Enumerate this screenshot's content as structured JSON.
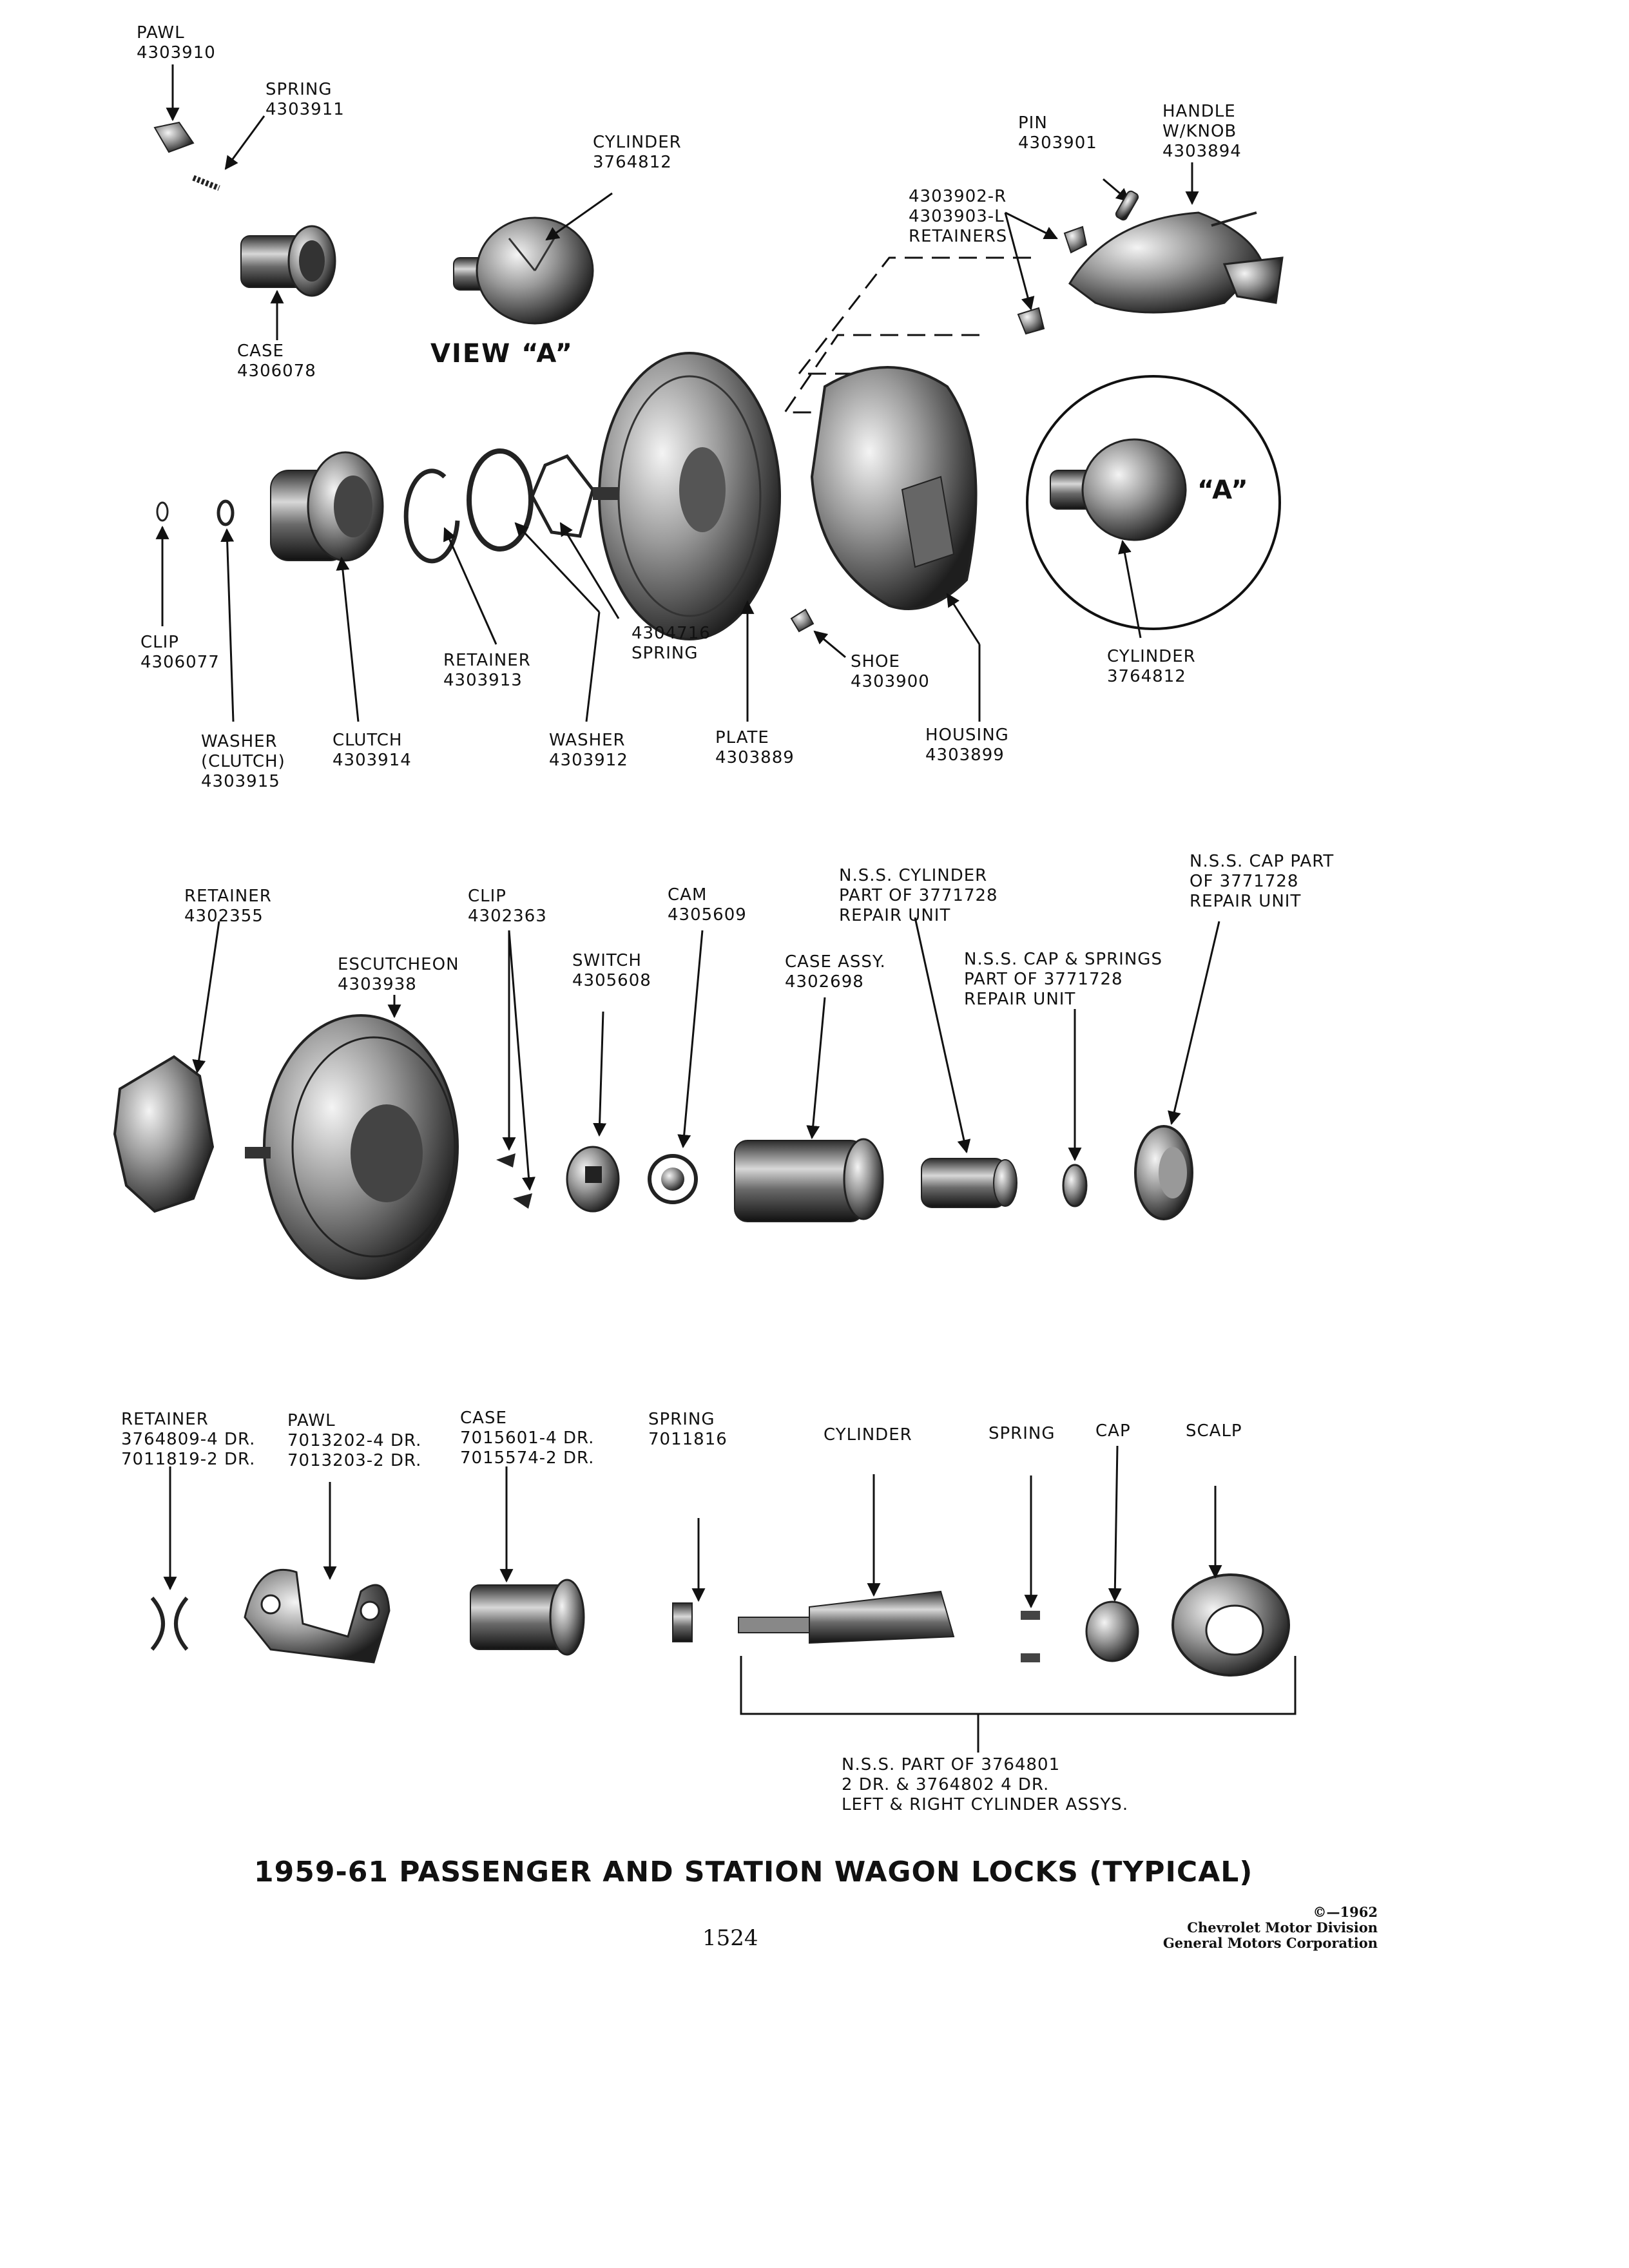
{
  "labels": {
    "pawl_top": {
      "name": "PAWL",
      "number": "4303910"
    },
    "spring_top": {
      "name": "SPRING",
      "number": "4303911"
    },
    "cylinder_view": {
      "name": "CYLINDER",
      "number": "3764812"
    },
    "case_top": {
      "name": "CASE",
      "number": "4306078"
    },
    "view_a": "VIEW  “A”",
    "pin": {
      "name": "PIN",
      "number": "4303901"
    },
    "handle": {
      "line1": "HANDLE",
      "line2": "W/KNOB",
      "number": "4303894"
    },
    "retainers": {
      "line1": "4303902-R",
      "line2": "4303903-L",
      "line3": "RETAINERS"
    },
    "circle_a": "“A”",
    "clip_mid": {
      "name": "CLIP",
      "number": "4306077"
    },
    "washer_clutch": {
      "line1": "WASHER",
      "line2": "(CLUTCH)",
      "number": "4303915"
    },
    "clutch": {
      "name": "CLUTCH",
      "number": "4303914"
    },
    "retainer_mid": {
      "name": "RETAINER",
      "number": "4303913"
    },
    "washer_mid": {
      "name": "WASHER",
      "number": "4303912"
    },
    "spring_mid": {
      "number": "4304716",
      "name": "SPRING"
    },
    "plate": {
      "name": "PLATE",
      "number": "4303889"
    },
    "shoe": {
      "name": "SHOE",
      "number": "4303900"
    },
    "housing": {
      "name": "HOUSING",
      "number": "4303899"
    },
    "cylinder_circle": {
      "name": "CYLINDER",
      "number": "3764812"
    },
    "retainer_lower": {
      "name": "RETAINER",
      "number": "4302355"
    },
    "escutcheon": {
      "name": "ESCUTCHEON",
      "number": "4303938"
    },
    "clip_lower": {
      "name": "CLIP",
      "number": "4302363"
    },
    "switch": {
      "name": "SWITCH",
      "number": "4305608"
    },
    "cam": {
      "name": "CAM",
      "number": "4305609"
    },
    "case_assy": {
      "name": "CASE ASSY.",
      "number": "4302698"
    },
    "nss_cylinder": {
      "line1": "N.S.S. CYLINDER",
      "line2": "PART OF 3771728",
      "line3": "REPAIR UNIT"
    },
    "nss_cap_springs": {
      "line1": "N.S.S. CAP & SPRINGS",
      "line2": "PART OF 3771728",
      "line3": "REPAIR UNIT"
    },
    "nss_cap_part": {
      "line1": "N.S.S. CAP PART",
      "line2": "OF 3771728",
      "line3": "REPAIR UNIT"
    },
    "retainer_bottom": {
      "name": "RETAINER",
      "line2": "3764809-4 DR.",
      "line3": "7011819-2 DR."
    },
    "pawl_bottom": {
      "name": "PAWL",
      "line2": "7013202-4 DR.",
      "line3": "7013203-2 DR."
    },
    "case_bottom": {
      "name": "CASE",
      "line2": "7015601-4 DR.",
      "line3": "7015574-2 DR."
    },
    "spring_bottom": {
      "name": "SPRING",
      "number": "7011816"
    },
    "cylinder_bottom": "CYLINDER",
    "spring_bottom2": "SPRING",
    "cap_bottom": "CAP",
    "scalp_bottom": "SCALP",
    "nss_part_bottom": {
      "line1": "N.S.S. PART OF  3764801",
      "line2": "2 DR.  &  3764802 4 DR.",
      "line3": "LEFT & RIGHT CYLINDER ASSYS."
    }
  },
  "title": "1959-61 PASSENGER AND STATION WAGON LOCKS (TYPICAL)",
  "page_number": "1524",
  "copyright": {
    "line1": "©—1962",
    "line2": "Chevrolet Motor Division",
    "line3": "General Motors Corporation"
  }
}
